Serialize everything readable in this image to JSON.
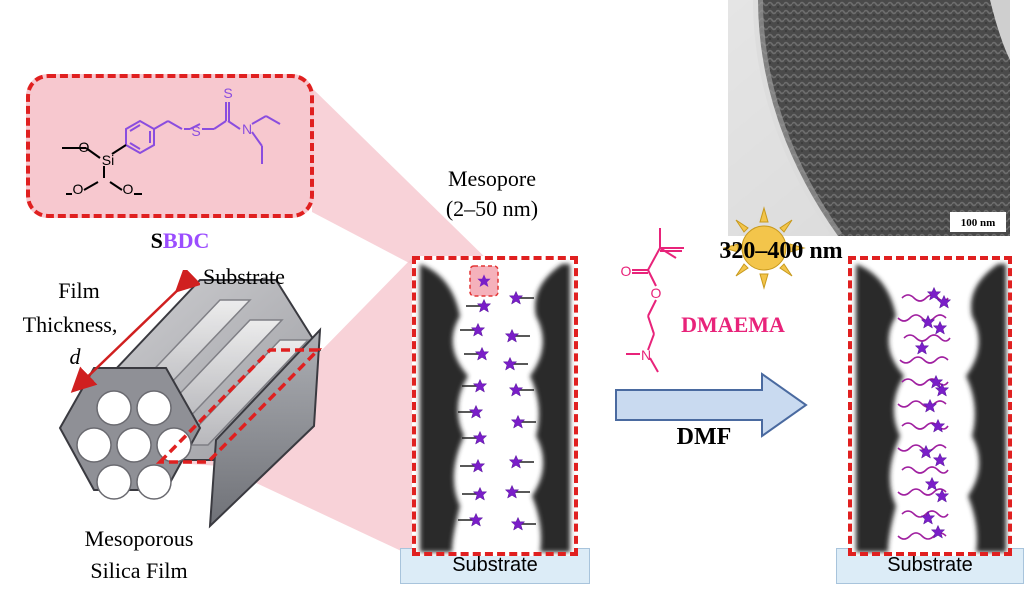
{
  "colors": {
    "dashed_red": "#e02020",
    "highlight_pink": "#f7c7cf",
    "sbdc_purple": "#9b4dff",
    "dmaema_pink": "#e8237a",
    "arrow_fill": "#c9daf0",
    "arrow_stroke": "#4a6aa0",
    "substrate_fill": "#dcecf7",
    "star_purple": "#7a1ec8",
    "chain_purple": "#a020a0",
    "sun_fill": "#f3c54b"
  },
  "labels": {
    "sbdc_s": "S",
    "sbdc_rest": "BDC",
    "film_thickness_line1": "Film",
    "film_thickness_line2": "Thickness,",
    "film_thickness_d": "d",
    "substrate_top": "Substrate",
    "mesoporous_line1": "Mesoporous",
    "mesoporous_line2": "Silica Film",
    "mesopore_line1": "Mesopore",
    "mesopore_line2": "(2–50 nm)",
    "wavelength": "320–400 nm",
    "dmaema": "DMAEMA",
    "dmf": "DMF",
    "substrate_center": "Substrate",
    "substrate_right": "Substrate",
    "scale_bar": "100 nm"
  },
  "structure_sbdc": {
    "atom_o1": "O",
    "atom_o2": "O",
    "atom_o3": "O",
    "atom_si": "Si",
    "atom_s_thio": "S",
    "atom_s_double": "S",
    "atom_n": "N"
  },
  "structure_dmaema": {
    "atom_o_carbonyl": "O",
    "atom_o_ester": "O",
    "atom_n": "N"
  },
  "icons": [
    "sun-icon",
    "reaction-arrow-icon",
    "double-headed-arrow-icon",
    "star-initiator-icon"
  ]
}
